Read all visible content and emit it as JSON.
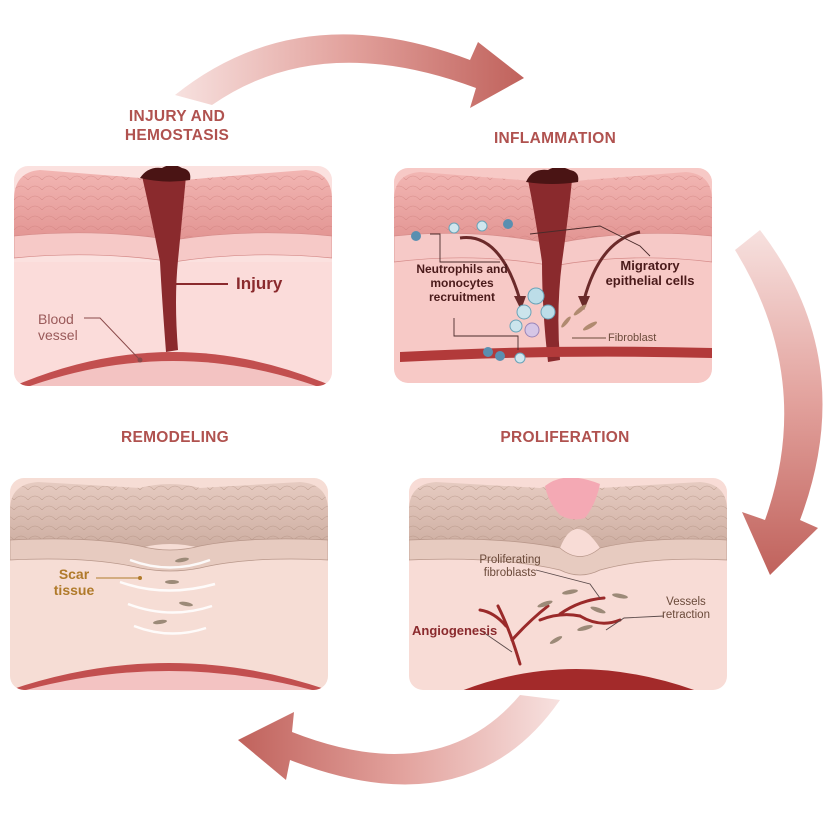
{
  "panels": {
    "injury": {
      "title_line1": "INJURY AND",
      "title_line2": "HEMOSTASIS",
      "injury_label": "Injury",
      "blood_vessel_line1": "Blood",
      "blood_vessel_line2": "vessel"
    },
    "inflammation": {
      "title": "INFLAMMATION",
      "neutrophils_line1": "Neutrophils and",
      "neutrophils_line2": "monocytes",
      "neutrophils_line3": "recruitment",
      "migratory_line1": "Migratory",
      "migratory_line2": "epithelial cells",
      "fibroblast": "Fibroblast"
    },
    "proliferation": {
      "title": "PROLIFERATION",
      "proliferating_line1": "Proliferating",
      "proliferating_line2": "fibroblasts",
      "vessels_line1": "Vessels",
      "vessels_line2": "retraction",
      "angiogenesis": "Angiogenesis"
    },
    "remodeling": {
      "title": "REMODELING",
      "scar_line1": "Scar",
      "scar_line2": "tissue"
    }
  },
  "colors": {
    "title": "#b0524f",
    "arrow": "#c7706b",
    "epidermis": "#e79c9c",
    "dermis": "#f9d9d7",
    "wound": "#8a2a2d",
    "clot": "#4a1414",
    "vessel": "#b23a3a",
    "healed_epidermis": "#d7b3a6",
    "healed_dermis": "#f6ddd5",
    "scar_label": "#b07a2a"
  }
}
